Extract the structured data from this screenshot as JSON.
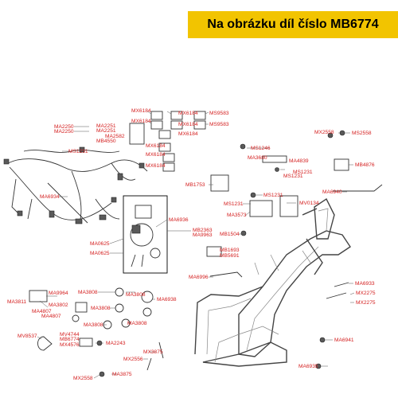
{
  "banner": {
    "text": "Na obrázku díl číslo MB6774"
  },
  "parts": [
    "MX6184",
    "MX6184",
    "MS9583",
    "MX6184",
    "MX6184",
    "MS9583",
    "MX6184",
    "MX6184",
    "MX6184",
    "MX6184",
    "MA2250",
    "MA2250",
    "MA2251",
    "MA2251",
    "MA2582",
    "MB4550",
    "MS1231",
    "MA6934",
    "MA6936",
    "MB2363",
    "MA9963",
    "MA0625",
    "MA0625",
    "MS1246",
    "MA3680",
    "MA4839",
    "MS1231",
    "MS1231",
    "MB1753",
    "MS1231",
    "MS1231",
    "MA3573",
    "MV0134",
    "MB1504",
    "MB1693",
    "MB5691",
    "MA6996",
    "MX2558",
    "MS2558",
    "MB4876",
    "MA6940",
    "MA6933",
    "MX2275",
    "MX2275",
    "MA9964",
    "MA3811",
    "MA3802",
    "MA4807",
    "MA4807",
    "MA3808",
    "MA3808",
    "MA6938",
    "MA3808",
    "MA3808",
    "MA3808",
    "MV8537",
    "MV4744",
    "MB6774",
    "MX4576",
    "MA2243",
    "MX3875",
    "MX2556",
    "MA3875",
    "MX2558",
    "MA6941",
    "MA6935"
  ]
}
